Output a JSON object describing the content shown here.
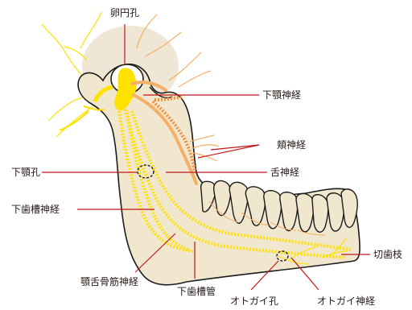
{
  "labels": {
    "foramen_ovale": "卵円孔",
    "mandibular_nerve": "下顎神経",
    "buccal_nerve": "頬神経",
    "mandibular_foramen": "下顎孔",
    "lingual_nerve": "舌神経",
    "inferior_alveolar_nerve": "下歯槽神経",
    "mylohyoid_nerve": "顎舌骨筋神経",
    "mandibular_canal": "下歯槽管",
    "mental_foramen": "オトガイ孔",
    "mental_nerve": "オトガイ神経",
    "incisive_branch": "切歯枝"
  },
  "colors": {
    "bone": "#f1e7cf",
    "bone_outline": "#1c1c1c",
    "nerve_yellow": "#ffe100",
    "nerve_orange": "#f3b066",
    "dotted_orange": "#ef8f3a",
    "leader_line": "#c0161c",
    "text": "#231815"
  }
}
